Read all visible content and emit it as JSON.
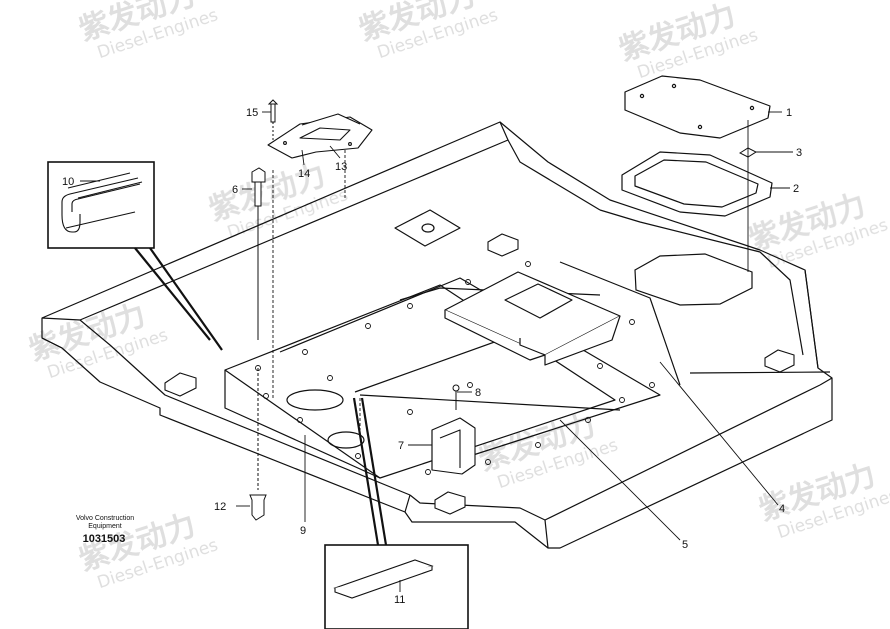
{
  "watermark": {
    "brand_cn": "紫发动力",
    "brand_en": "Diesel-Engines",
    "color": "#d9d9d9"
  },
  "caption": {
    "line1": "Volvo Construction",
    "line2": "Equipment",
    "number": "1031503"
  },
  "callouts": {
    "c1": "1",
    "c2": "2",
    "c3": "3",
    "c4": "4",
    "c5": "5",
    "c6": "6",
    "c7": "7",
    "c8": "8",
    "c9": "9",
    "c10": "10",
    "c11": "11",
    "c12": "12",
    "c13": "13",
    "c14": "14",
    "c15": "15"
  },
  "colors": {
    "line": "#111111",
    "background": "#ffffff"
  }
}
